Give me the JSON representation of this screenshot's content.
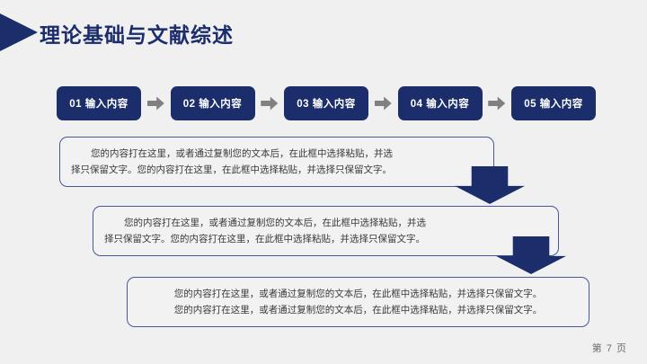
{
  "slide": {
    "title": "理论基础与文献综述",
    "page_label": "第 7 页",
    "accent_color": "#1b2d6b",
    "background_color": "#f0f0f0",
    "arrow_gray": "#808080",
    "box_border_color": "#44589e"
  },
  "steps": [
    {
      "label": "01 输入内容"
    },
    {
      "label": "02 输入内容"
    },
    {
      "label": "03 输入内容"
    },
    {
      "label": "04 输入内容"
    },
    {
      "label": "05 输入内容"
    }
  ],
  "content_boxes": [
    {
      "line1": "您的内容打在这里，或者通过复制您的文本后，在此框中选择粘贴，并选",
      "line2": "择只保留文字。您的内容打在这里，在此框中选择粘贴，并选择只保留文字。"
    },
    {
      "line1": "您的内容打在这里，或者通过复制您的文本后，在此框中选择粘贴，并选",
      "line2": "择只保留文字。您的内容打在这里，在此框中选择粘贴，并选择只保留文字。"
    },
    {
      "line1": "您的内容打在这里，或者通过复制您的文本后，在此框中选择粘贴，并选择只保留文字。",
      "line2": "您的内容打在这里，或者通过复制您的文本后，在此框中选择粘贴，并选择只保留文字。"
    }
  ],
  "icons": {
    "title_arrow": "triangle-right-icon",
    "step_separator": "arrow-right-icon",
    "flow_connector": "arrow-down-icon"
  }
}
